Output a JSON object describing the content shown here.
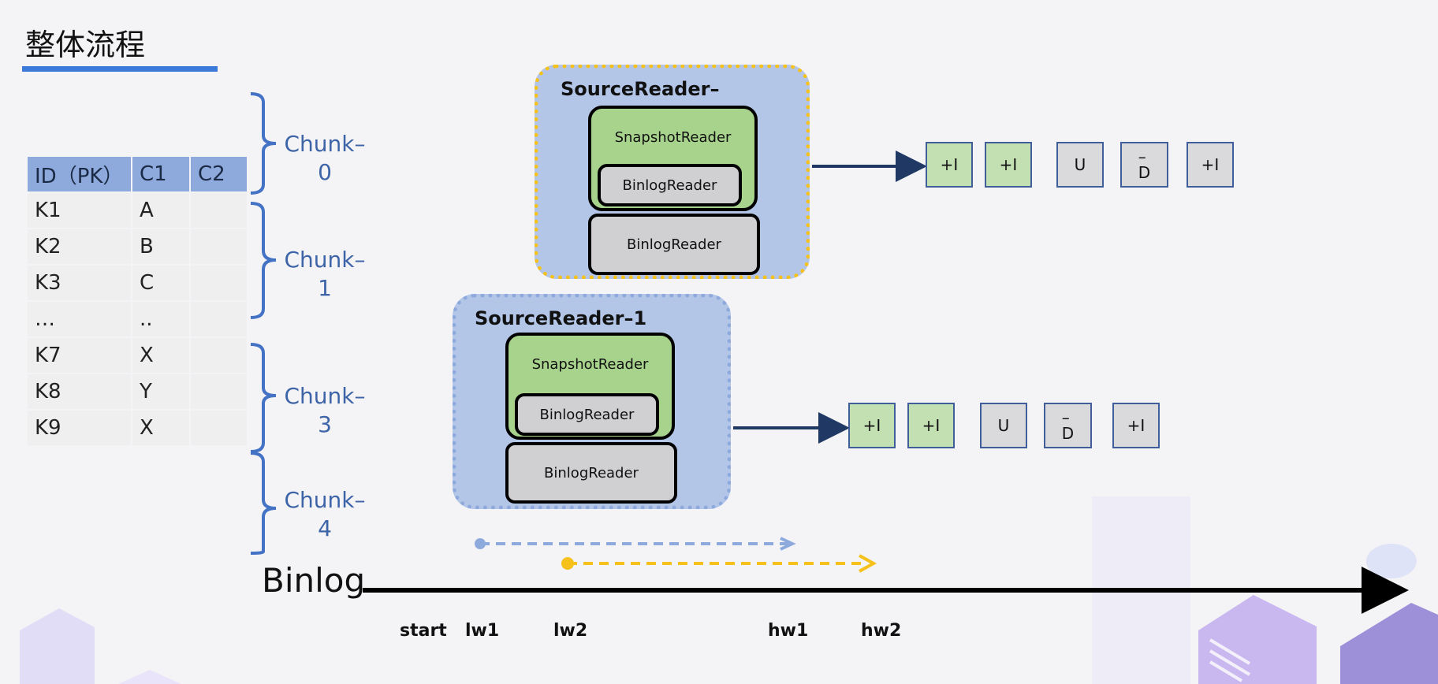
{
  "title": "整体流程",
  "table": {
    "header": [
      "ID（PK）",
      "C1",
      "C2"
    ],
    "rows": [
      [
        "K1",
        "A",
        ""
      ],
      [
        "K2",
        "B",
        ""
      ],
      [
        "K3",
        "C",
        ""
      ],
      [
        "…",
        "..",
        ""
      ],
      [
        "K7",
        "X",
        ""
      ],
      [
        "K8",
        "Y",
        ""
      ],
      [
        "K9",
        "X",
        ""
      ]
    ]
  },
  "chunks": [
    {
      "line1": "Chunk–",
      "line2": "0"
    },
    {
      "line1": "Chunk–1",
      "line2": ""
    },
    {
      "line1": "Chunk–",
      "line2": "3"
    },
    {
      "line1": "Chunk–",
      "line2": "4"
    }
  ],
  "readers": [
    {
      "title": "SourceReader–",
      "snapshot_label": "SnapshotReader",
      "inner_binlog_label": "BinlogReader",
      "outer_binlog_label": "BinlogReader",
      "ops": [
        {
          "label": "+I",
          "color": "green"
        },
        {
          "label": "+I",
          "color": "green"
        },
        {
          "label": "U",
          "color": "grey"
        },
        {
          "label": "–\nD",
          "color": "grey"
        },
        {
          "label": "+I",
          "color": "grey"
        }
      ]
    },
    {
      "title": "SourceReader–1",
      "snapshot_label": "SnapshotReader",
      "inner_binlog_label": "BinlogReader",
      "outer_binlog_label": "BinlogReader",
      "ops": [
        {
          "label": "+I",
          "color": "green"
        },
        {
          "label": "+I",
          "color": "green"
        },
        {
          "label": "U",
          "color": "grey"
        },
        {
          "label": "–\nD",
          "color": "grey"
        },
        {
          "label": "+I",
          "color": "grey"
        }
      ]
    }
  ],
  "binlog": {
    "label": "Binlog",
    "ticks": [
      "start",
      "lw1",
      "lw2",
      "hw1",
      "hw2"
    ]
  },
  "colors": {
    "accent": "#3b7ad9",
    "reader_bg": "#b3c6e8",
    "reader0_border": "#f5c11a",
    "reader1_border": "#8eaadd",
    "snapshot_bg": "#a8d38d",
    "binlog_box_bg": "#d0d0d2",
    "op_green": "#c3e0b3",
    "op_grey": "#dadadc"
  }
}
